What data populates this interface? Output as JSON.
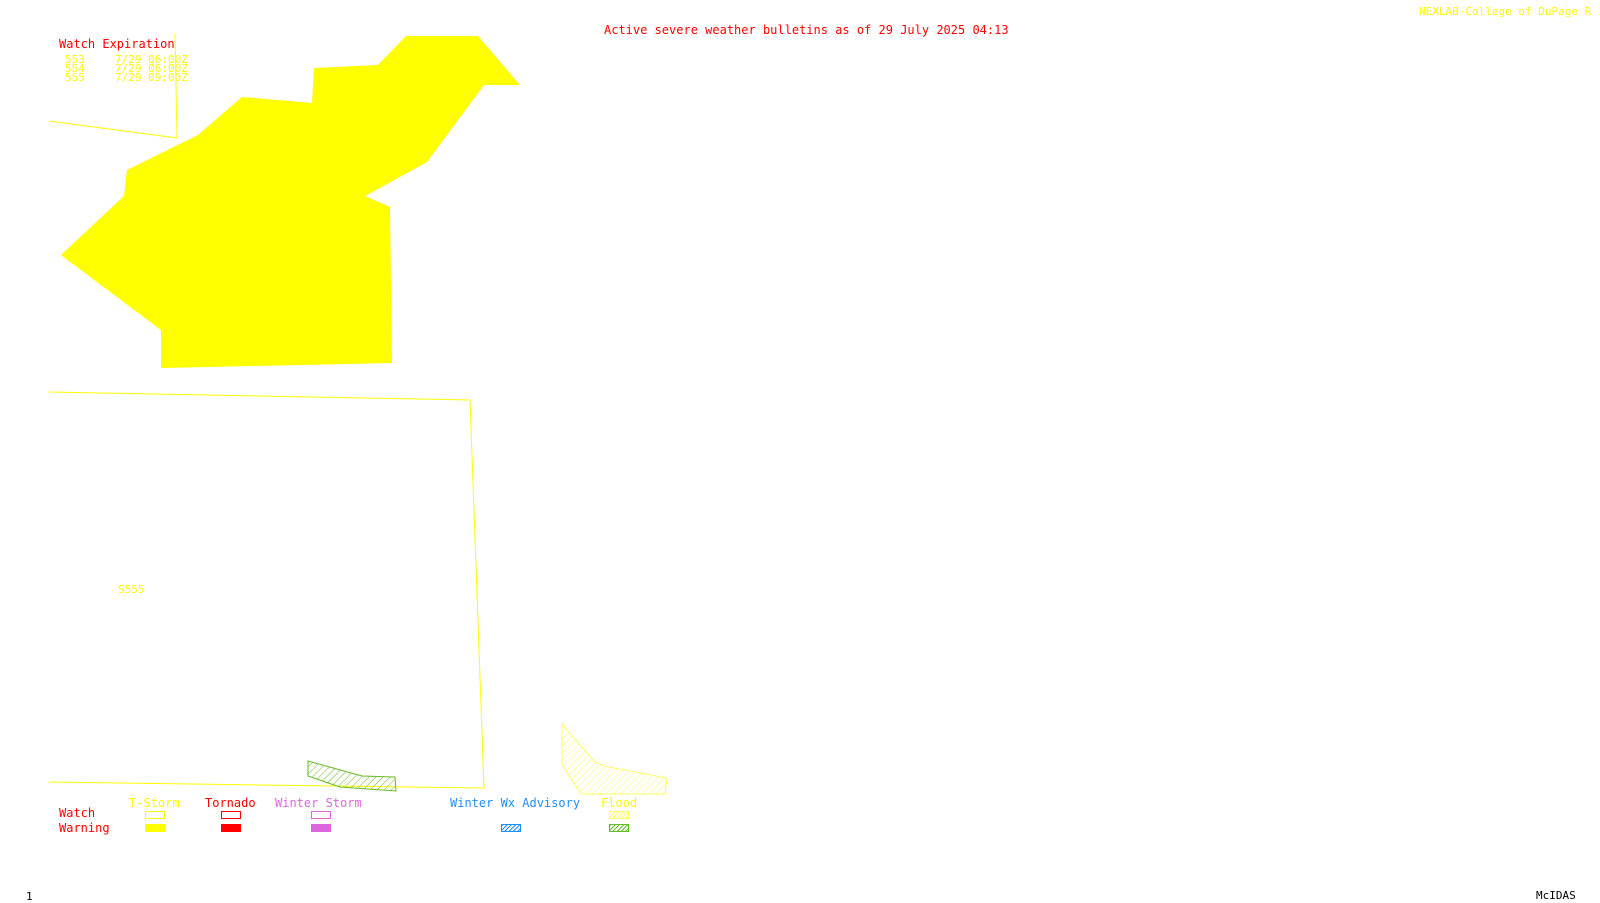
{
  "header": {
    "title": "Active severe weather bulletins as of 29 July 2025 04:13",
    "credit": "NEXLAB-College of DuPage R"
  },
  "watch_expiration": {
    "heading": "Watch Expiration",
    "rows": [
      {
        "id": "553",
        "expires": "7/29 06:00Z"
      },
      {
        "id": "554",
        "expires": "7/29 06:00Z"
      },
      {
        "id": "555",
        "expires": "7/29 09:00Z"
      }
    ]
  },
  "map": {
    "watch_label": "S555"
  },
  "legend": {
    "row_labels": {
      "watch": "Watch",
      "warning": "Warning"
    },
    "categories": [
      {
        "label": "T-Storm",
        "color": "#ffff00",
        "watch_style": "outline",
        "warning_style": "solid"
      },
      {
        "label": "Tornado",
        "color": "#ff0000",
        "watch_style": "outline",
        "warning_style": "solid"
      },
      {
        "label": "Winter Storm",
        "color": "#dd66dd",
        "watch_style": "outline",
        "warning_style": "solid"
      },
      {
        "label": "Winter Wx Advisory",
        "color": "#1e90ff",
        "watch_style": "none",
        "warning_style": "hatched"
      },
      {
        "label": "Flood",
        "color": "#ffff00",
        "watch_style": "hatched",
        "warning_style": "hatched-green"
      }
    ]
  },
  "colors": {
    "title": "#ff0000",
    "watch_outline": "#ffff00",
    "tstorm_warning": "#ffff00",
    "flood_warning": "#66bb22",
    "flood_watch": "#ffff66",
    "footer_text": "#000000"
  },
  "footer": {
    "frame_number": "1",
    "software": "McIDAS"
  }
}
